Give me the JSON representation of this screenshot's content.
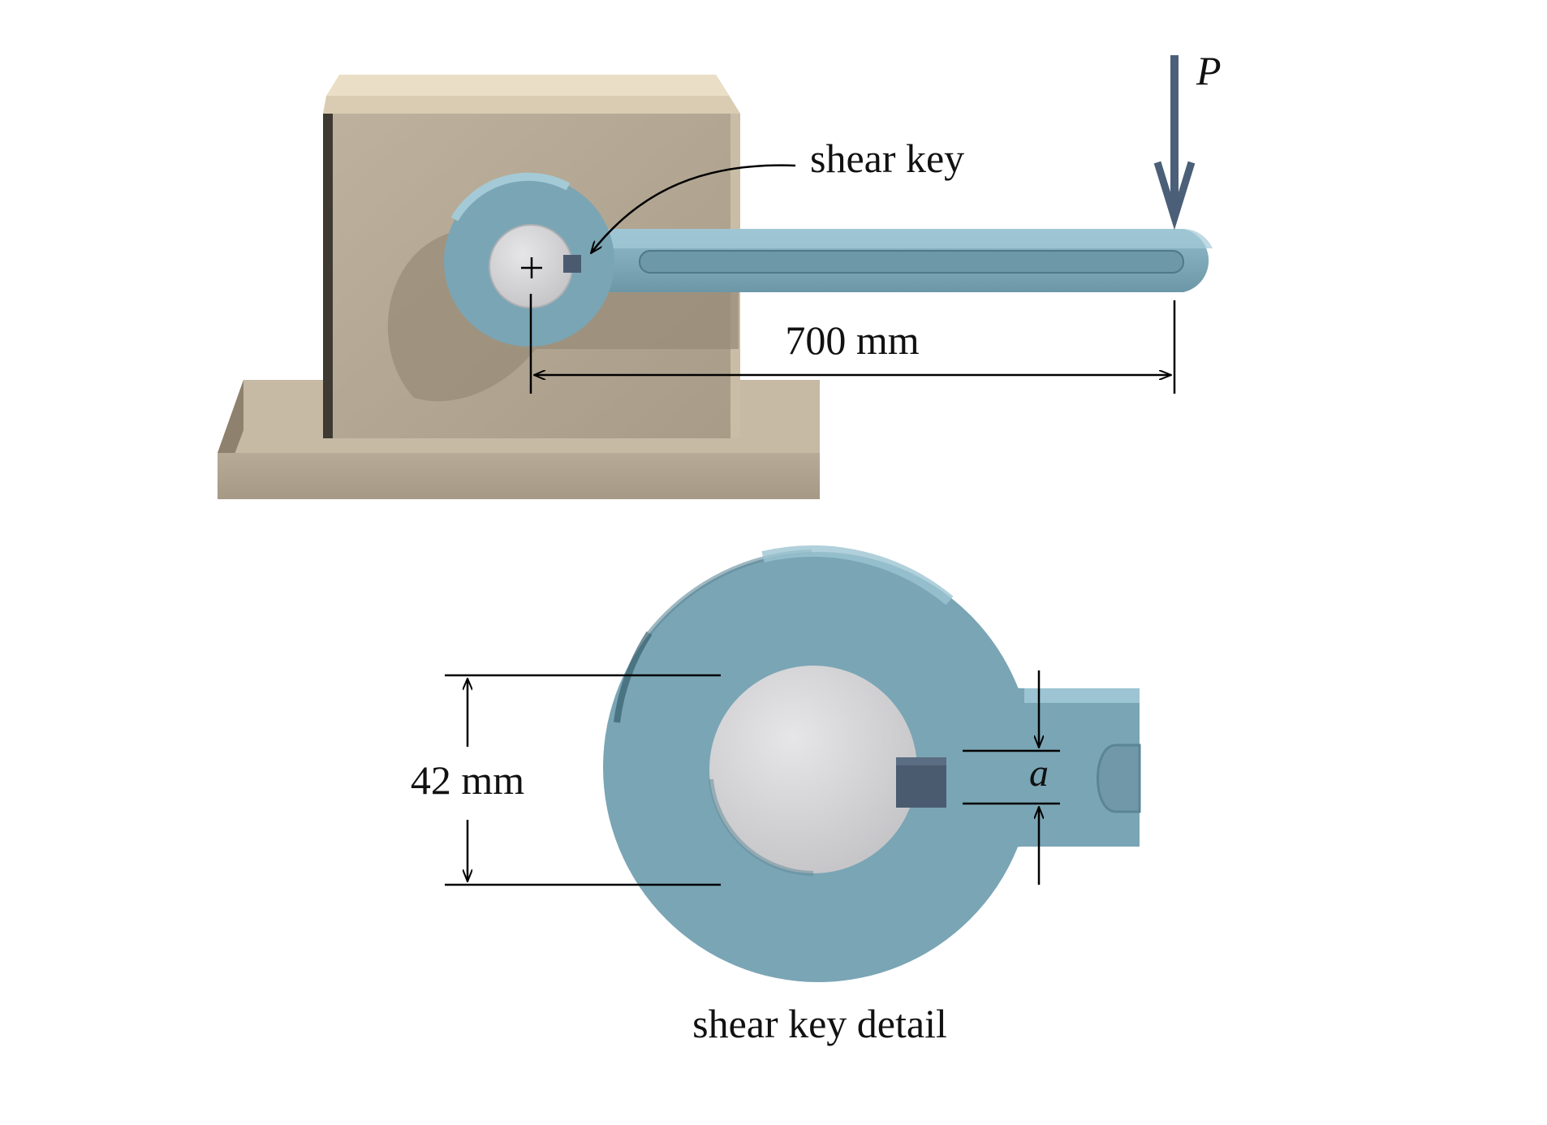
{
  "labels": {
    "load": "P",
    "shear_key_callout": "shear key",
    "lever_length": "700 mm",
    "shaft_diameter": "42 mm",
    "key_width": "a",
    "detail_caption": "shear key detail"
  },
  "colors": {
    "background": "#ffffff",
    "base_block": "#b3a794",
    "base_top_highlight": "#e9dfc7",
    "lever": "#7aa5b5",
    "lever_highlight": "#9cc4d2",
    "lever_shadow": "#4f7888",
    "shaft": "#d4d4d6",
    "key": "#4a5b70",
    "load_arrow": "#4b5f78",
    "dimension_lines": "#000000"
  },
  "icons": {
    "load_arrow": "down-arrow-icon",
    "center_mark": "plus-icon"
  }
}
